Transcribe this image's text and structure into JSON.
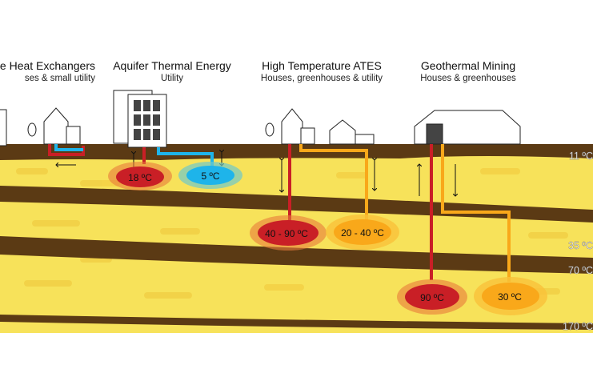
{
  "systems": [
    {
      "title": "e Heat Exchangers",
      "subtitle": "ses & small utility"
    },
    {
      "title": "Aquifer Thermal Energy",
      "subtitle": "Utility"
    },
    {
      "title": "High Temperature ATES",
      "subtitle": "Houses, greenhouses & utility"
    },
    {
      "title": "Geothermal Mining",
      "subtitle": "Houses & greenhouses"
    }
  ],
  "reservoirs": {
    "ates_warm": "18 ºC",
    "ates_cold": "5 ºC",
    "ht_hot": "40 - 90 ºC",
    "ht_warm": "20 - 40 ºC",
    "geo_hot": "90 ºC",
    "geo_return": "30 ºC"
  },
  "depth_temps": [
    "11 ºC",
    "35 ºC",
    "70 ºC",
    "170 ºC"
  ],
  "colors": {
    "soil": "#5b3a14",
    "sand": "#f7e25a",
    "hot": "#c91f26",
    "warm": "#f9a81a",
    "cold": "#1eb4ea"
  }
}
